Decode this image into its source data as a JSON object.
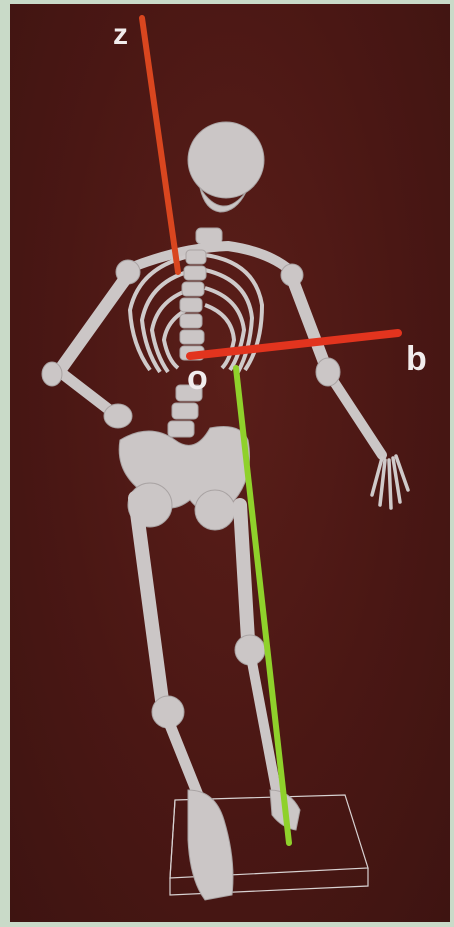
{
  "scene": {
    "axis_labels": {
      "z": "z",
      "b": "b",
      "o": "o"
    },
    "colors": {
      "background": "#4a1714",
      "bone": "#cfcaca",
      "z_axis": "#d9461f",
      "b_axis": "#e2341e",
      "load_line": "#8fd12b",
      "platform": "#cfcaca"
    },
    "figure": "skeleton-in-motion"
  }
}
